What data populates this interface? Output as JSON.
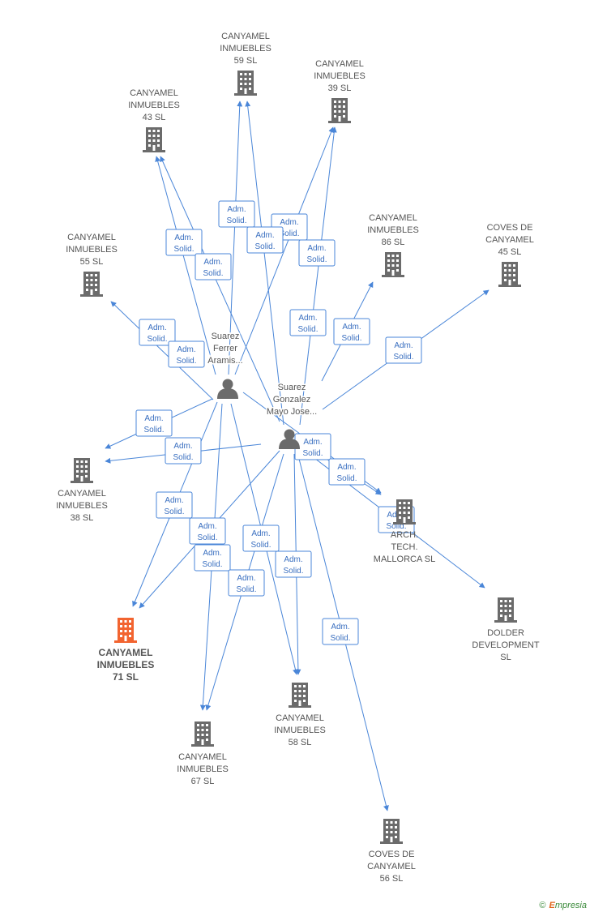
{
  "colors": {
    "edge": "#4a86d8",
    "building": "#6b6b6b",
    "building_highlight": "#f26430",
    "person": "#6b6b6b",
    "label": "#555555",
    "role_text": "#3a6fc0"
  },
  "role_label": [
    "Adm.",
    "Solid."
  ],
  "people": [
    {
      "id": "p1",
      "icon": "person-icon",
      "label": [
        "Suarez",
        "Ferrer",
        "Aramis..."
      ]
    },
    {
      "id": "p2",
      "icon": "person-icon",
      "label": [
        "Suarez",
        "Gonzalez",
        "Mayo Jose..."
      ]
    }
  ],
  "companies": [
    {
      "id": "c59",
      "icon": "building-icon",
      "label": [
        "CANYAMEL",
        "INMUEBLES",
        "59 SL"
      ]
    },
    {
      "id": "c39",
      "icon": "building-icon",
      "label": [
        "CANYAMEL",
        "INMUEBLES",
        "39 SL"
      ]
    },
    {
      "id": "c43",
      "icon": "building-icon",
      "label": [
        "CANYAMEL",
        "INMUEBLES",
        "43 SL"
      ]
    },
    {
      "id": "c86",
      "icon": "building-icon",
      "label": [
        "CANYAMEL",
        "INMUEBLES",
        "86 SL"
      ]
    },
    {
      "id": "c45",
      "icon": "building-icon",
      "label": [
        "COVES DE",
        "CANYAMEL",
        "45 SL"
      ]
    },
    {
      "id": "c55",
      "icon": "building-icon",
      "label": [
        "CANYAMEL",
        "INMUEBLES",
        "55 SL"
      ]
    },
    {
      "id": "c38",
      "icon": "building-icon",
      "label": [
        "CANYAMEL",
        "INMUEBLES",
        "38 SL"
      ]
    },
    {
      "id": "carch",
      "icon": "building-icon",
      "label": [
        "ARCH.",
        "TECH.",
        "MALLORCA SL"
      ]
    },
    {
      "id": "cdolder",
      "icon": "building-icon",
      "label": [
        "DOLDER",
        "DEVELOPMENT",
        "SL"
      ]
    },
    {
      "id": "c71",
      "icon": "building-icon",
      "highlight": true,
      "label": [
        "CANYAMEL",
        "INMUEBLES",
        "71 SL"
      ]
    },
    {
      "id": "c58",
      "icon": "building-icon",
      "label": [
        "CANYAMEL",
        "INMUEBLES",
        "58 SL"
      ]
    },
    {
      "id": "c67",
      "icon": "building-icon",
      "label": [
        "CANYAMEL",
        "INMUEBLES",
        "67 SL"
      ]
    },
    {
      "id": "c56",
      "icon": "building-icon",
      "label": [
        "COVES DE",
        "CANYAMEL",
        "56 SL"
      ]
    }
  ],
  "edges": [
    {
      "from": "p1",
      "to": "c59"
    },
    {
      "from": "p1",
      "to": "c39"
    },
    {
      "from": "p1",
      "to": "c43"
    },
    {
      "from": "p1",
      "to": "c55"
    },
    {
      "from": "p1",
      "to": "c38"
    },
    {
      "from": "p1",
      "to": "c71"
    },
    {
      "from": "p1",
      "to": "c67"
    },
    {
      "from": "p1",
      "to": "c58"
    },
    {
      "from": "p1",
      "to": "carch"
    },
    {
      "from": "p2",
      "to": "c59"
    },
    {
      "from": "p2",
      "to": "c39"
    },
    {
      "from": "p2",
      "to": "c43"
    },
    {
      "from": "p2",
      "to": "c86"
    },
    {
      "from": "p2",
      "to": "c45"
    },
    {
      "from": "p2",
      "to": "c38"
    },
    {
      "from": "p2",
      "to": "carch"
    },
    {
      "from": "p2",
      "to": "cdolder"
    },
    {
      "from": "p2",
      "to": "c71"
    },
    {
      "from": "p2",
      "to": "c58"
    },
    {
      "from": "p2",
      "to": "c67"
    },
    {
      "from": "p2",
      "to": "c56"
    }
  ],
  "footer": {
    "copyright": "©",
    "brand_initial": "E",
    "brand_rest": "mpresia"
  }
}
